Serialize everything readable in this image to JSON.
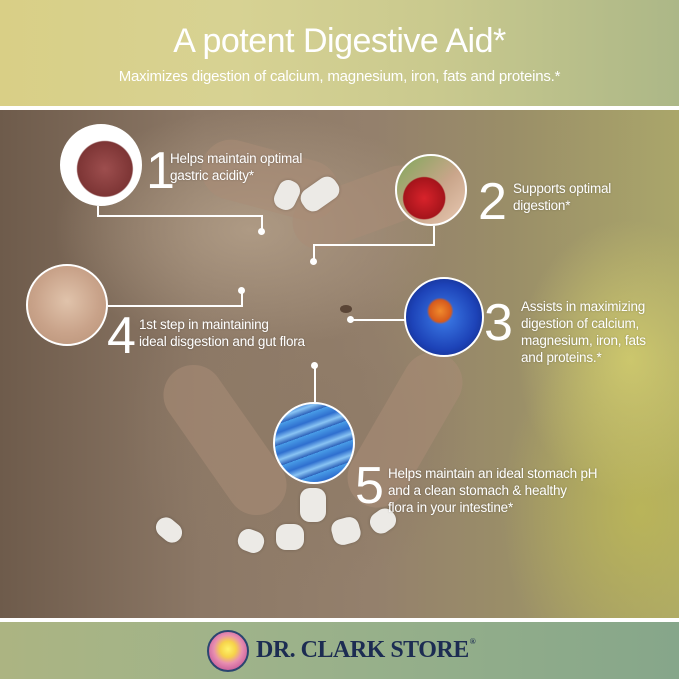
{
  "header": {
    "title": "A potent Digestive Aid*",
    "subtitle": "Maximizes digestion of calcium, magnesium, iron, fats and proteins.*"
  },
  "benefits": [
    {
      "number": "1",
      "icon": "stomach-illustration",
      "lines": [
        "Helps maintain optimal",
        "gastric acidity*"
      ]
    },
    {
      "number": "2",
      "icon": "apple-bite-photo",
      "lines": [
        "Supports optimal",
        "digestion*"
      ]
    },
    {
      "number": "3",
      "icon": "digestive-system-xray",
      "lines": [
        "Assists in maximizing",
        "digestion of calcium,",
        "magnesium, iron, fats",
        "and proteins.*"
      ]
    },
    {
      "number": "4",
      "icon": "heart-hands-belly-photo",
      "lines": [
        "1st step in maintaining",
        "ideal disgestion and gut flora"
      ]
    },
    {
      "number": "5",
      "icon": "gut-bacteria-micrograph",
      "lines": [
        "Helps maintain an ideal stomach pH",
        "and a clean stomach & healthy",
        "flora in your intestine*"
      ]
    }
  ],
  "footer": {
    "brand": "DR. CLARK STORE",
    "registered_mark": "®"
  },
  "colors": {
    "header_bg": "#d7d293",
    "footer_bg": "#9fb38a",
    "brand_text": "#1c2c52",
    "text": "#ffffff"
  }
}
